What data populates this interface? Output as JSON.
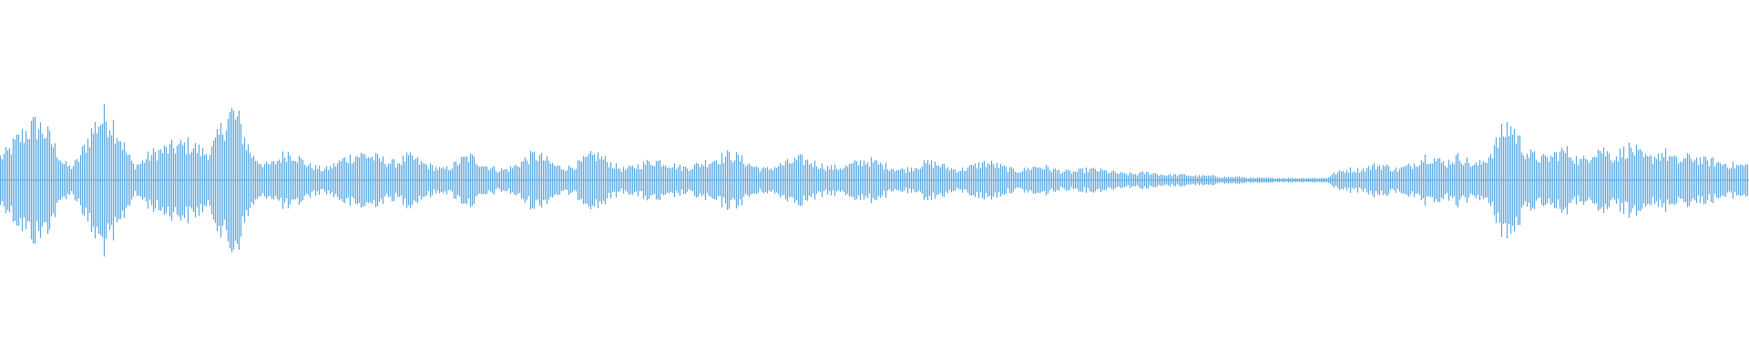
{
  "waveform": {
    "color": "#5aa8e2",
    "amplitude_envelope": [
      0.22,
      0.26,
      0.35,
      0.42,
      0.48,
      0.52,
      0.49,
      0.4,
      0.28,
      0.16,
      0.12,
      0.18,
      0.32,
      0.46,
      0.56,
      0.6,
      0.55,
      0.42,
      0.26,
      0.14,
      0.16,
      0.22,
      0.26,
      0.28,
      0.3,
      0.32,
      0.33,
      0.34,
      0.3,
      0.26,
      0.28,
      0.4,
      0.55,
      0.64,
      0.55,
      0.36,
      0.22,
      0.18,
      0.14,
      0.16,
      0.22,
      0.26,
      0.24,
      0.18,
      0.14,
      0.12,
      0.1,
      0.12,
      0.16,
      0.2,
      0.22,
      0.24,
      0.24,
      0.22,
      0.2,
      0.18,
      0.16,
      0.18,
      0.22,
      0.2,
      0.16,
      0.14,
      0.12,
      0.1,
      0.12,
      0.16,
      0.2,
      0.22,
      0.18,
      0.14,
      0.12,
      0.1,
      0.1,
      0.12,
      0.16,
      0.2,
      0.24,
      0.22,
      0.18,
      0.14,
      0.12,
      0.12,
      0.14,
      0.18,
      0.22,
      0.24,
      0.2,
      0.16,
      0.12,
      0.1,
      0.12,
      0.14,
      0.16,
      0.18,
      0.18,
      0.16,
      0.14,
      0.12,
      0.12,
      0.14,
      0.16,
      0.18,
      0.2,
      0.22,
      0.24,
      0.22,
      0.18,
      0.14,
      0.12,
      0.1,
      0.12,
      0.14,
      0.16,
      0.18,
      0.2,
      0.18,
      0.16,
      0.14,
      0.12,
      0.12,
      0.12,
      0.14,
      0.16,
      0.18,
      0.18,
      0.16,
      0.14,
      0.12,
      0.1,
      0.1,
      0.12,
      0.14,
      0.16,
      0.16,
      0.14,
      0.12,
      0.1,
      0.1,
      0.12,
      0.14,
      0.16,
      0.16,
      0.14,
      0.12,
      0.1,
      0.09,
      0.1,
      0.12,
      0.13,
      0.12,
      0.1,
      0.09,
      0.08,
      0.08,
      0.09,
      0.1,
      0.1,
      0.09,
      0.08,
      0.07,
      0.06,
      0.06,
      0.06,
      0.07,
      0.07,
      0.06,
      0.05,
      0.05,
      0.05,
      0.05,
      0.04,
      0.04,
      0.04,
      0.04,
      0.03,
      0.03,
      0.03,
      0.03,
      0.02,
      0.02,
      0.02,
      0.02,
      0.02,
      0.02,
      0.02,
      0.02,
      0.02,
      0.02,
      0.02,
      0.02,
      0.06,
      0.08,
      0.1,
      0.1,
      0.1,
      0.12,
      0.14,
      0.14,
      0.12,
      0.1,
      0.12,
      0.14,
      0.18,
      0.22,
      0.22,
      0.18,
      0.16,
      0.2,
      0.22,
      0.18,
      0.14,
      0.16,
      0.22,
      0.32,
      0.44,
      0.52,
      0.44,
      0.3,
      0.24,
      0.22,
      0.2,
      0.22,
      0.26,
      0.28,
      0.24,
      0.18,
      0.2,
      0.28,
      0.3,
      0.26,
      0.22,
      0.26,
      0.3,
      0.28,
      0.22,
      0.2,
      0.24,
      0.26,
      0.22,
      0.18,
      0.2,
      0.22,
      0.2,
      0.18,
      0.18,
      0.16,
      0.16,
      0.14,
      0.14,
      0.14
    ]
  }
}
